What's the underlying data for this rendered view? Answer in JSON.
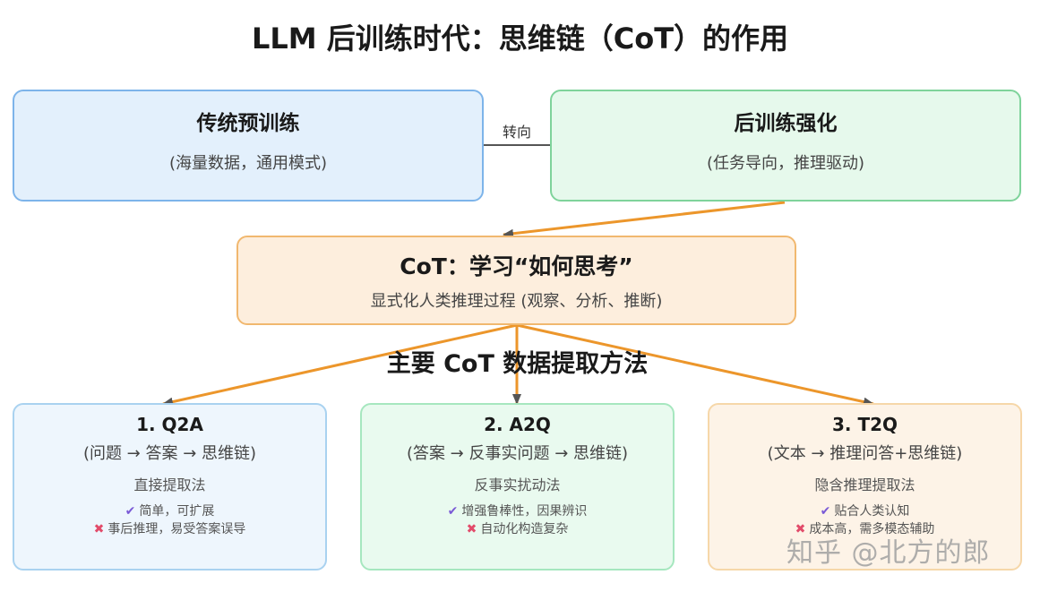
{
  "title": "LLM 后训练时代：思维链（CoT）的作用",
  "pretrain": {
    "title": "传统预训练",
    "subtitle": "(海量数据，通用模式)"
  },
  "transition_label": "转向",
  "posttrain": {
    "title": "后训练强化",
    "subtitle": "(任务导向，推理驱动)"
  },
  "cot": {
    "title": "CoT：学习“如何思考”",
    "subtitle": "显式化人类推理过程 (观察、分析、推断)"
  },
  "section_title": "主要 CoT 数据提取方法",
  "methods": [
    {
      "title": "1. Q2A",
      "flow": "(问题 → 答案 → 思维链)",
      "kind": "直接提取法",
      "pro": "简单，可扩展",
      "con": "事后推理，易受答案误导"
    },
    {
      "title": "2. A2Q",
      "flow": "(答案 → 反事实问题 → 思维链)",
      "kind": "反事实扰动法",
      "pro": "增强鲁棒性，因果辨识",
      "con": "自动化构造复杂"
    },
    {
      "title": "3. T2Q",
      "flow": "(文本 → 推理问答+思维链)",
      "kind": "隐含推理提取法",
      "pro": "贴合人类认知",
      "con": "成本高，需多模态辅助"
    }
  ],
  "icons": {
    "pro": "check-icon",
    "con": "cross-icon"
  },
  "colors": {
    "arrow": "#ec962b",
    "connector": "#555555"
  },
  "watermark": "知乎 @北方的郎"
}
